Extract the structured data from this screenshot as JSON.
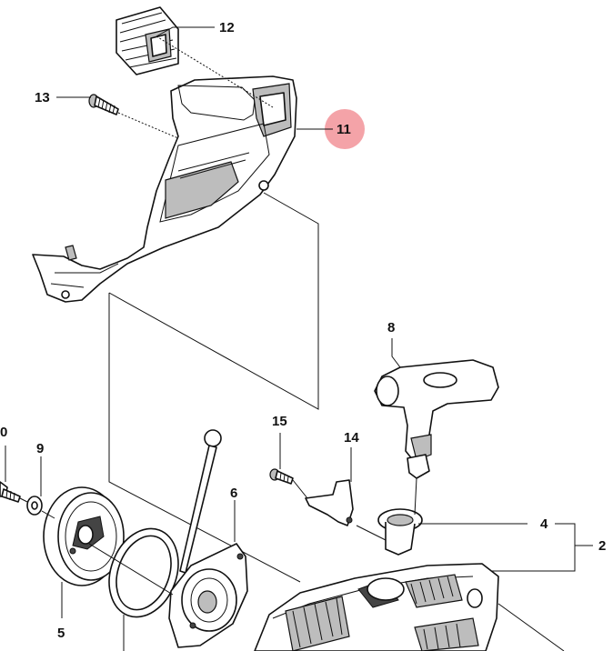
{
  "diagram": {
    "callouts": [
      {
        "id": "c12",
        "text": "12"
      },
      {
        "id": "c13",
        "text": "13"
      },
      {
        "id": "c11",
        "text": "11",
        "highlight_color": "#f4a3a8"
      },
      {
        "id": "c8",
        "text": "8"
      },
      {
        "id": "c0",
        "text": "0"
      },
      {
        "id": "c9",
        "text": "9"
      },
      {
        "id": "c15",
        "text": "15"
      },
      {
        "id": "c14",
        "text": "14"
      },
      {
        "id": "c6",
        "text": "6"
      },
      {
        "id": "c4",
        "text": "4"
      },
      {
        "id": "c2",
        "text": "2"
      },
      {
        "id": "c5",
        "text": "5"
      }
    ],
    "colors": {
      "line": "#111111",
      "shade": "#bdbdbd",
      "highlight": "#f4a3a8",
      "background": "#ffffff"
    }
  }
}
